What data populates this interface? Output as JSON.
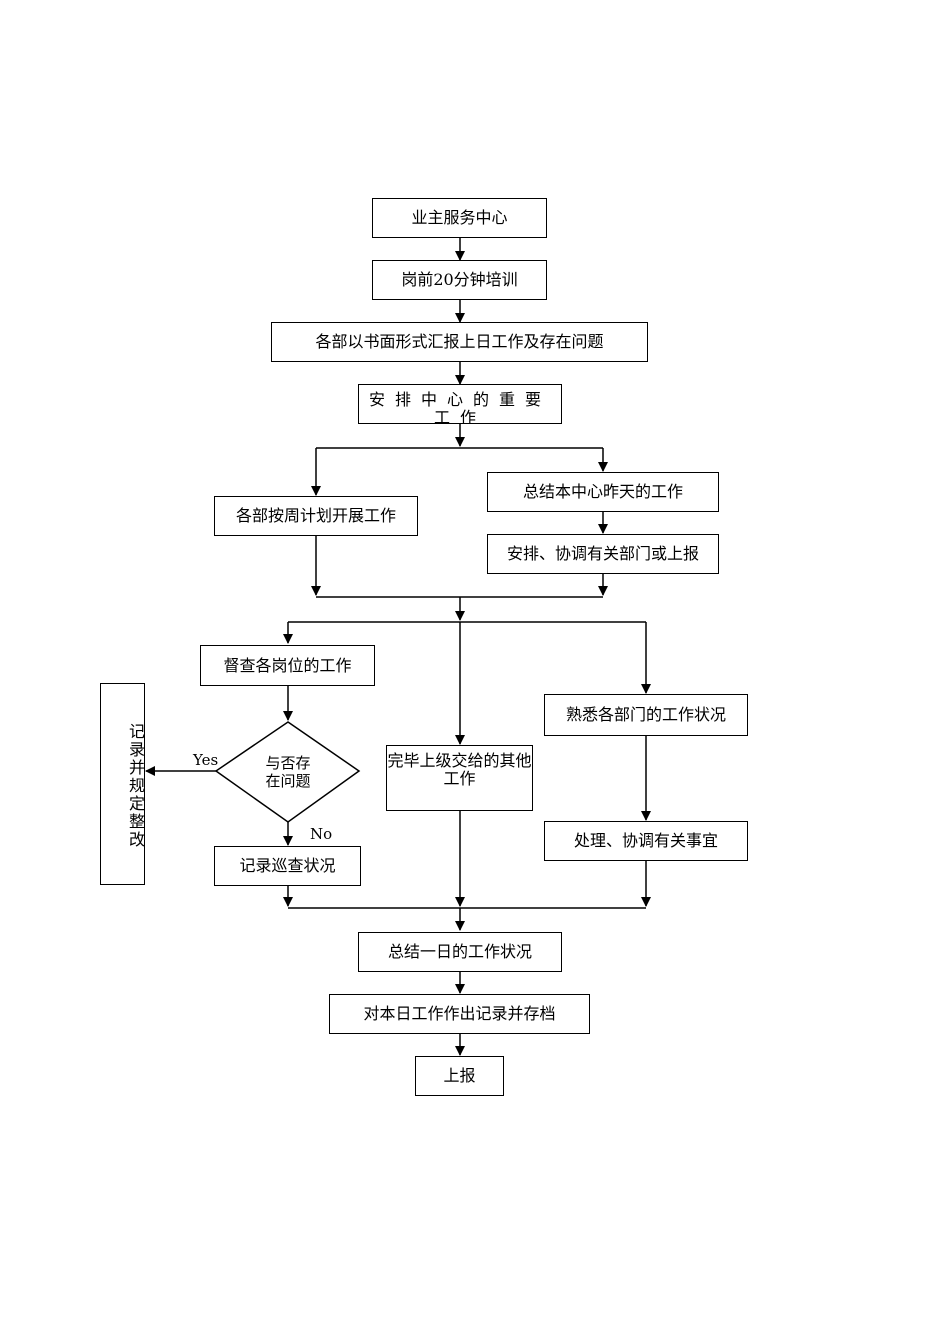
{
  "nodes": {
    "service_center": "业主服务中心",
    "training": "岗前20分钟培训",
    "report_written": "各部以书面形式汇报上日工作及存在问题",
    "arrange_center": "安排中心的重要工作",
    "dept_weekly": "各部按周计划开展工作",
    "summarize_yesterday": "总结本中心昨天的工作",
    "coordinate_report": "安排、协调有关部门或上报",
    "inspect_posts": "督查各岗位的工作",
    "record_rectify": "记录并规定整改",
    "decision": "与否存在问题",
    "complete_other": "完毕上级交给的其他工作",
    "familiar_status": "熟悉各部门的工作状况",
    "handle_matters": "处理、协调有关事宜",
    "record_patrol": "记录巡查状况",
    "summarize_day": "总结一日的工作状况",
    "archive": "对本日工作作出记录并存档",
    "report_up": "上报"
  },
  "labels": {
    "yes": "Yes",
    "no": "No"
  }
}
